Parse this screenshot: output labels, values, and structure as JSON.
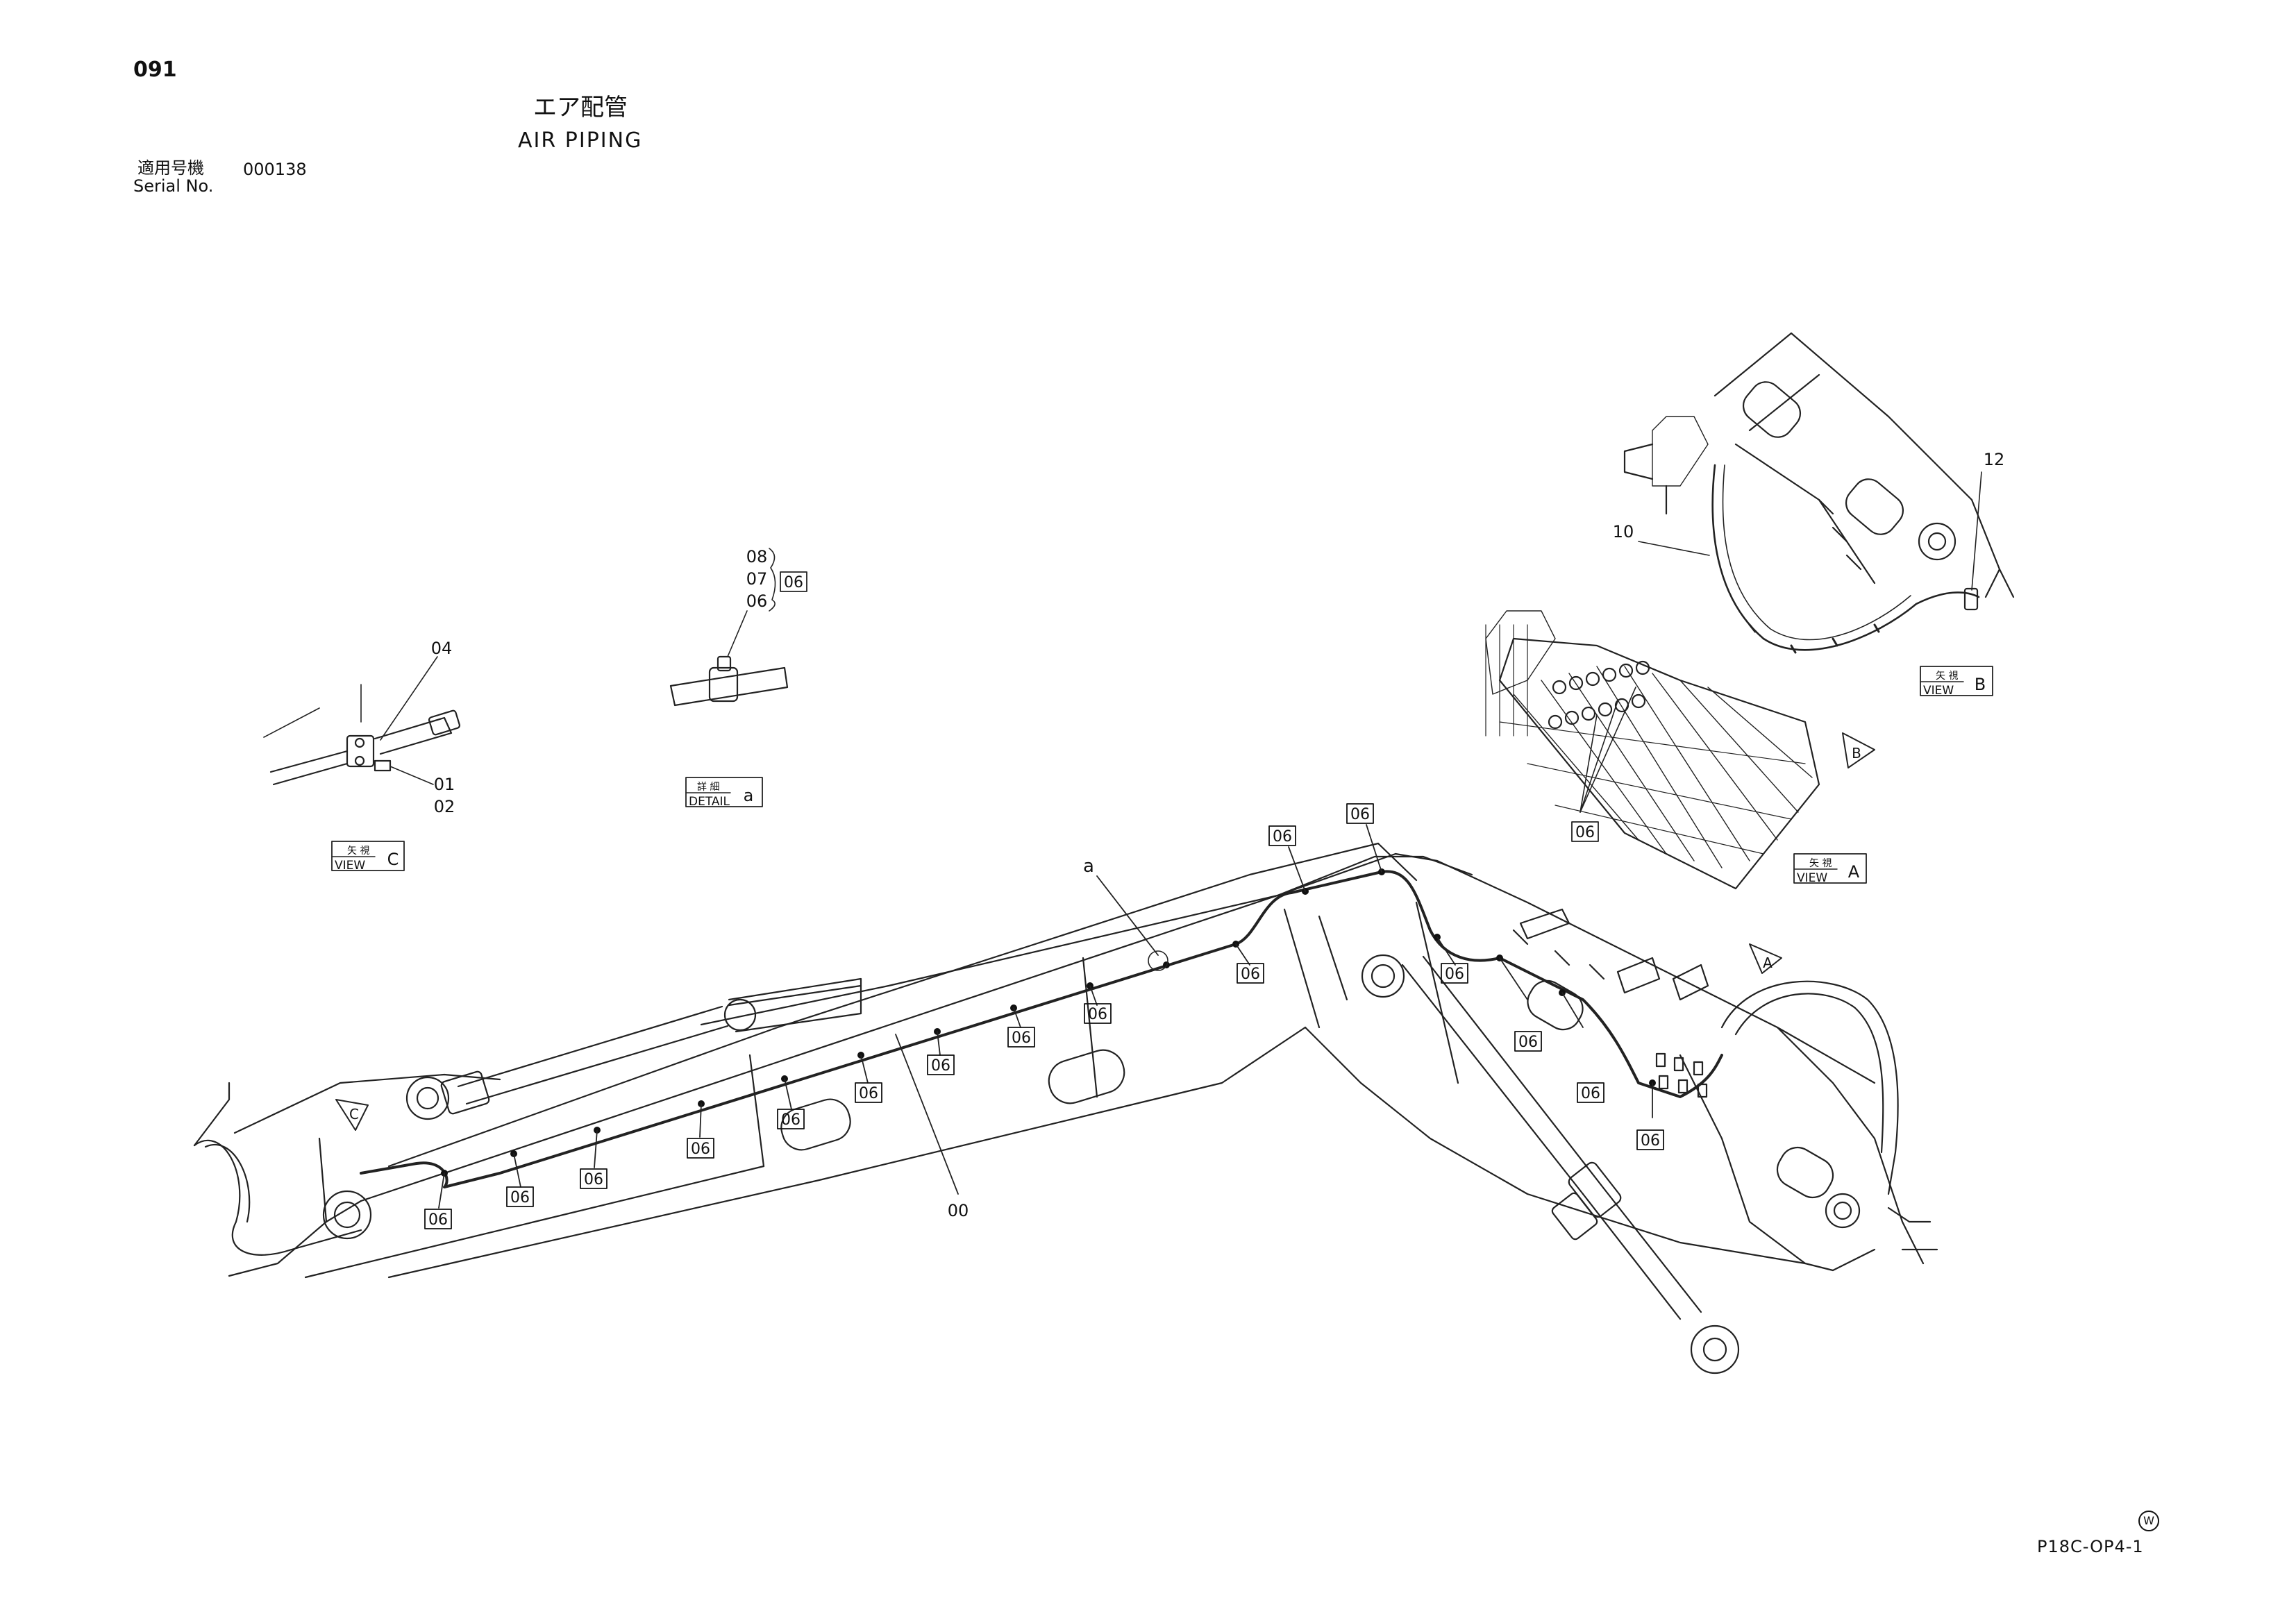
{
  "header": {
    "page_number": "091",
    "title_jp": "エア配管",
    "title_en": "AIR PIPING",
    "serial_label_jp": "適用号機",
    "serial_value": "000138",
    "serial_label_en": "Serial No."
  },
  "footer": {
    "w_mark": "W",
    "drawing_number": "P18C-OP4-1"
  },
  "views": {
    "view_c": {
      "jp": "矢 視",
      "en": "VIEW",
      "letter": "C"
    },
    "detail_a": {
      "jp": "詳 細",
      "en": "DETAIL",
      "letter": "a"
    },
    "view_a": {
      "jp": "矢 視",
      "en": "VIEW",
      "letter": "A"
    },
    "view_b": {
      "jp": "矢 視",
      "en": "VIEW",
      "letter": "B"
    }
  },
  "callouts": {
    "detail_a_parts": [
      "08",
      "07",
      "06"
    ],
    "detail_a_group": "06",
    "view_c_top": "04",
    "view_c_part1": "01",
    "view_c_part2": "02",
    "view_b_hose": "10",
    "view_b_fitting": "12",
    "view_a_clamp": "06",
    "main_pipe": "00",
    "detail_ref": "a",
    "clamp": "06"
  },
  "arrows": {
    "a": "A",
    "b": "B",
    "c": "C"
  }
}
